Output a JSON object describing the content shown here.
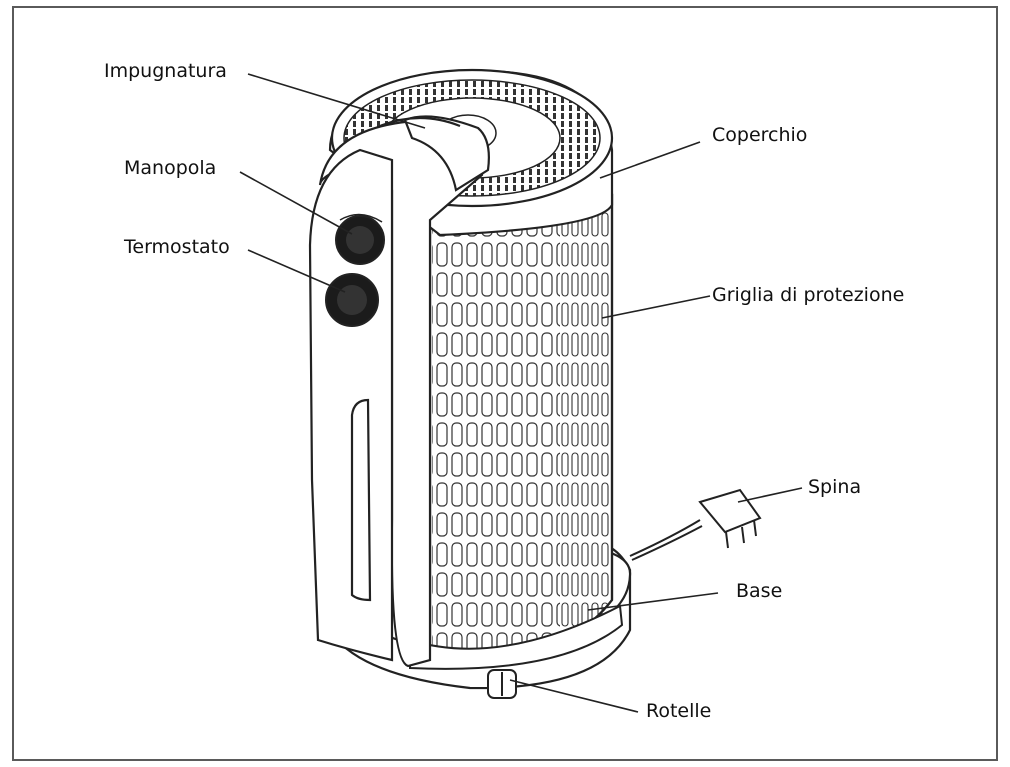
{
  "diagram": {
    "labels": {
      "impugnatura": "Impugnatura",
      "manopola": "Manopola",
      "termostato": "Termostato",
      "coperchio": "Coperchio",
      "griglia": "Griglia di protezione",
      "spina": "Spina",
      "base": "Base",
      "rotelle": "Rotelle"
    },
    "colors": {
      "stroke": "#222222",
      "frame": "#5a5a5a",
      "knob": "#1b1b1b",
      "fill": "#ffffff"
    }
  }
}
